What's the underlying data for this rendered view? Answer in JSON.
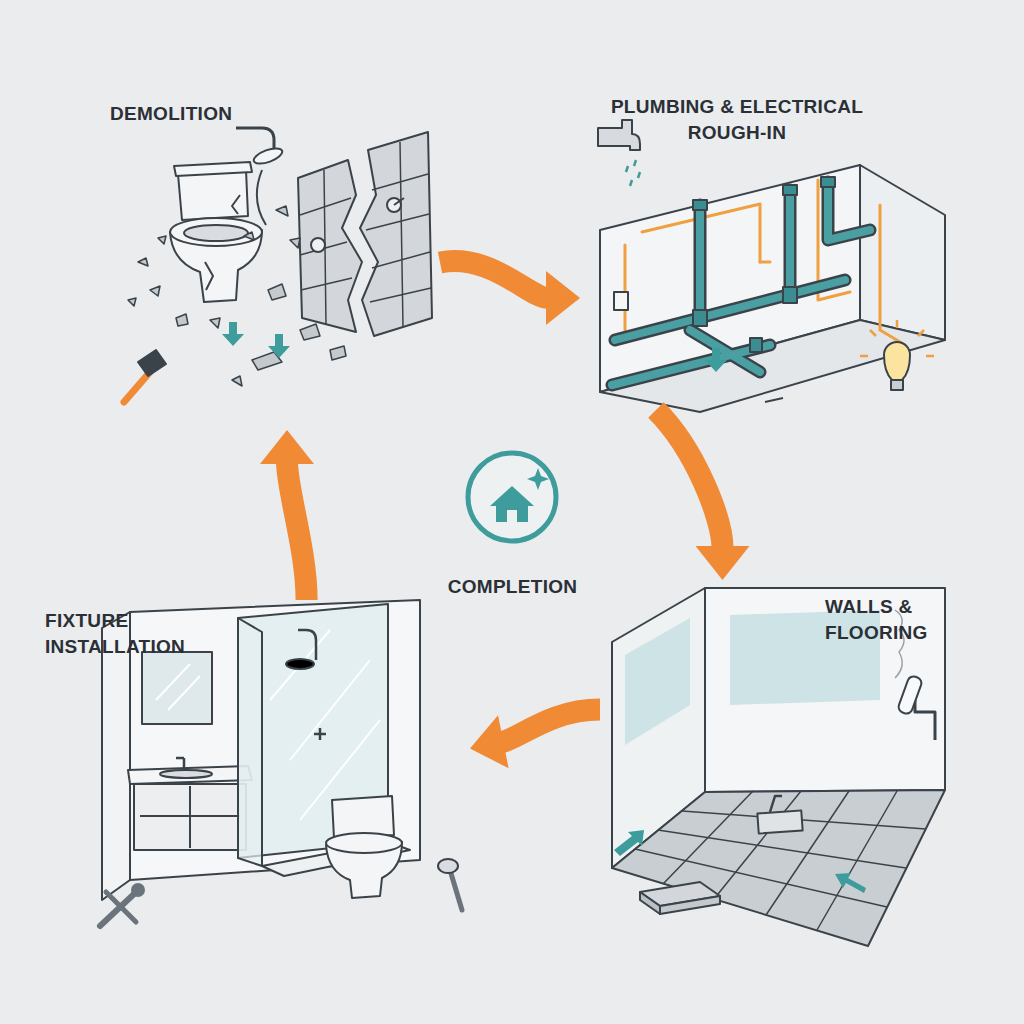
{
  "diagram": {
    "nodes": [
      {
        "text": [
          "DEMOLITION"
        ]
      },
      {
        "text": [
          "PLUMBING & ELECTRICAL ROUGH-IN"
        ]
      },
      {
        "text": [
          "WALLS & FLOORING"
        ]
      },
      {
        "text": [
          "FIXTURE INSTALLATION"
        ]
      },
      {
        "text": [
          "COMPLETION"
        ]
      }
    ],
    "edges": [
      {
        "from": 0,
        "to": 1,
        "arrow": "to"
      },
      {
        "from": 1,
        "to": 2,
        "arrow": "to"
      },
      {
        "from": 2,
        "to": 3,
        "arrow": "to"
      },
      {
        "from": 3,
        "to": 0,
        "arrow": "to"
      }
    ]
  }
}
